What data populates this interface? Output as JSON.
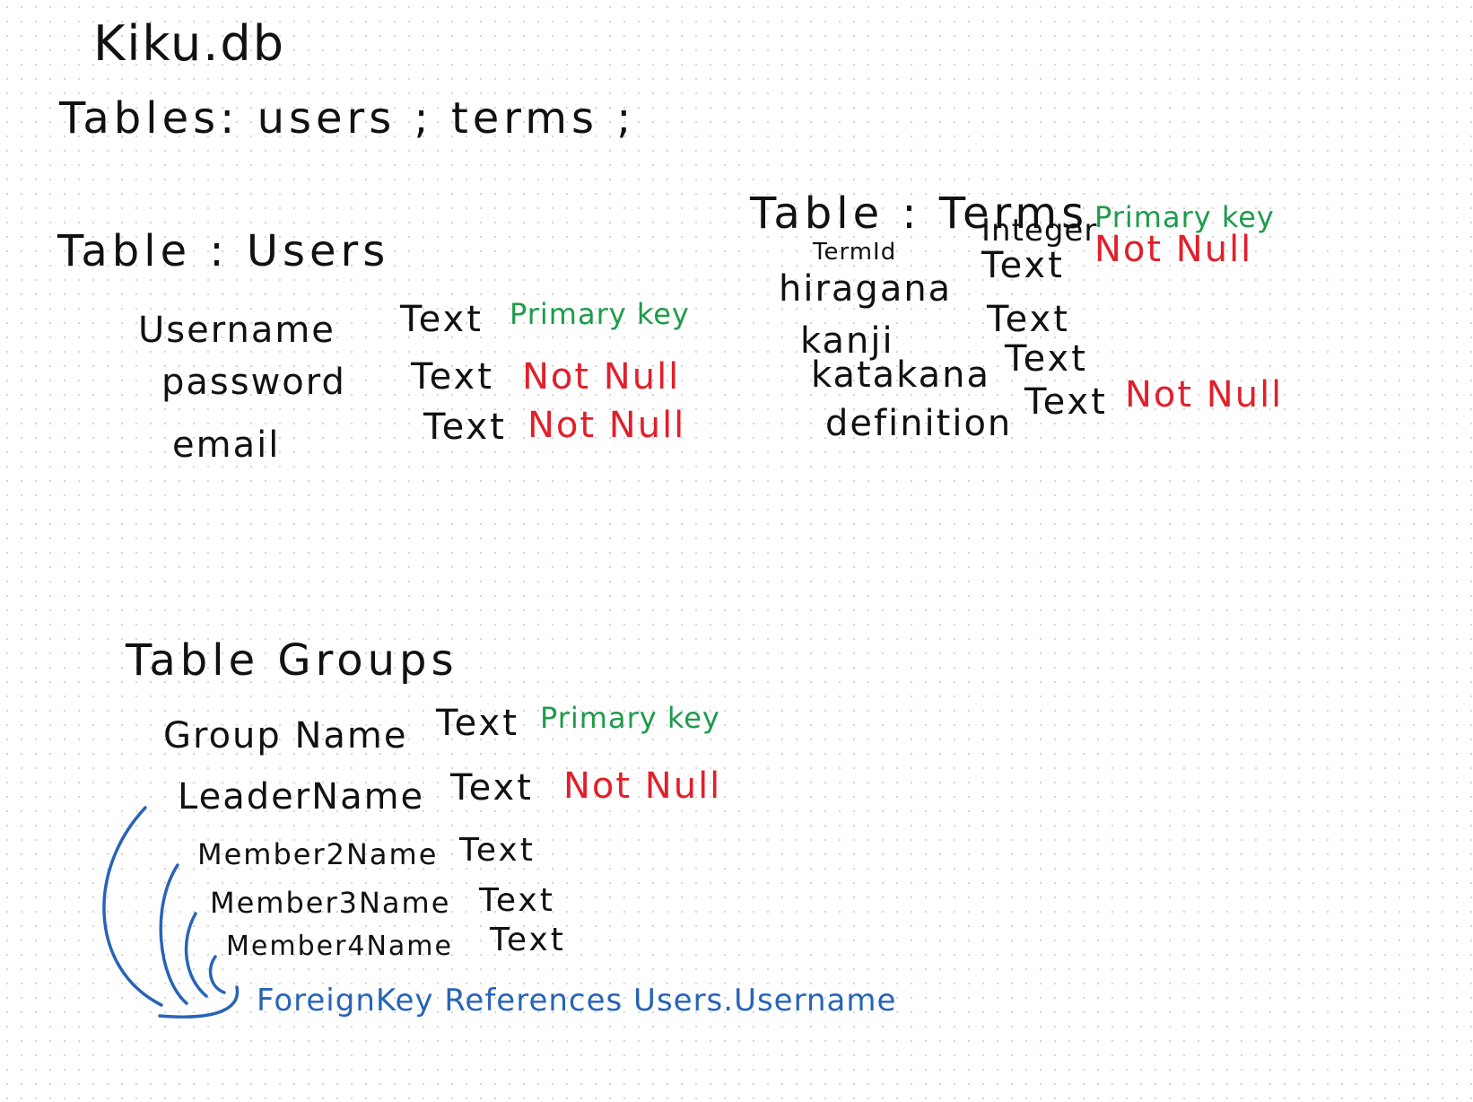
{
  "colors": {
    "ink": "#111111",
    "primary_key": "#1e9b4a",
    "not_null": "#e0202b",
    "foreign_key": "#2764b8",
    "dot_grid": "#d4d4d4"
  },
  "title": "Kiku.db",
  "tables_line": "Tables: users ; terms ;",
  "users_table": {
    "heading": "Table : Users",
    "rows": [
      {
        "name": "Username",
        "type": "Text",
        "constraint": "Primary key"
      },
      {
        "name": "password",
        "type": "Text",
        "constraint": "Not Null"
      },
      {
        "name": "email",
        "type": "Text",
        "constraint": "Not Null"
      }
    ]
  },
  "terms_table": {
    "heading": "Table : Terms",
    "rows": [
      {
        "name": "TermId",
        "type": "Integer",
        "constraint": "Primary key"
      },
      {
        "name": "hiragana",
        "type": "Text",
        "constraint": "Not Null"
      },
      {
        "name": "kanji",
        "type": "Text",
        "constraint": ""
      },
      {
        "name": "katakana",
        "type": "Text",
        "constraint": ""
      },
      {
        "name": "definition",
        "type": "Text",
        "constraint": "Not Null"
      }
    ]
  },
  "groups_table": {
    "heading": "Table Groups",
    "rows": [
      {
        "name": "Group Name",
        "type": "Text",
        "constraint": "Primary key"
      },
      {
        "name": "LeaderName",
        "type": "Text",
        "constraint": "Not Null"
      },
      {
        "name": "Member2Name",
        "type": "Text",
        "constraint": ""
      },
      {
        "name": "Member3Name",
        "type": "Text",
        "constraint": ""
      },
      {
        "name": "Member4Name",
        "type": "Text",
        "constraint": ""
      }
    ],
    "foreign_key_note": "ForeignKey References Users.Username"
  }
}
